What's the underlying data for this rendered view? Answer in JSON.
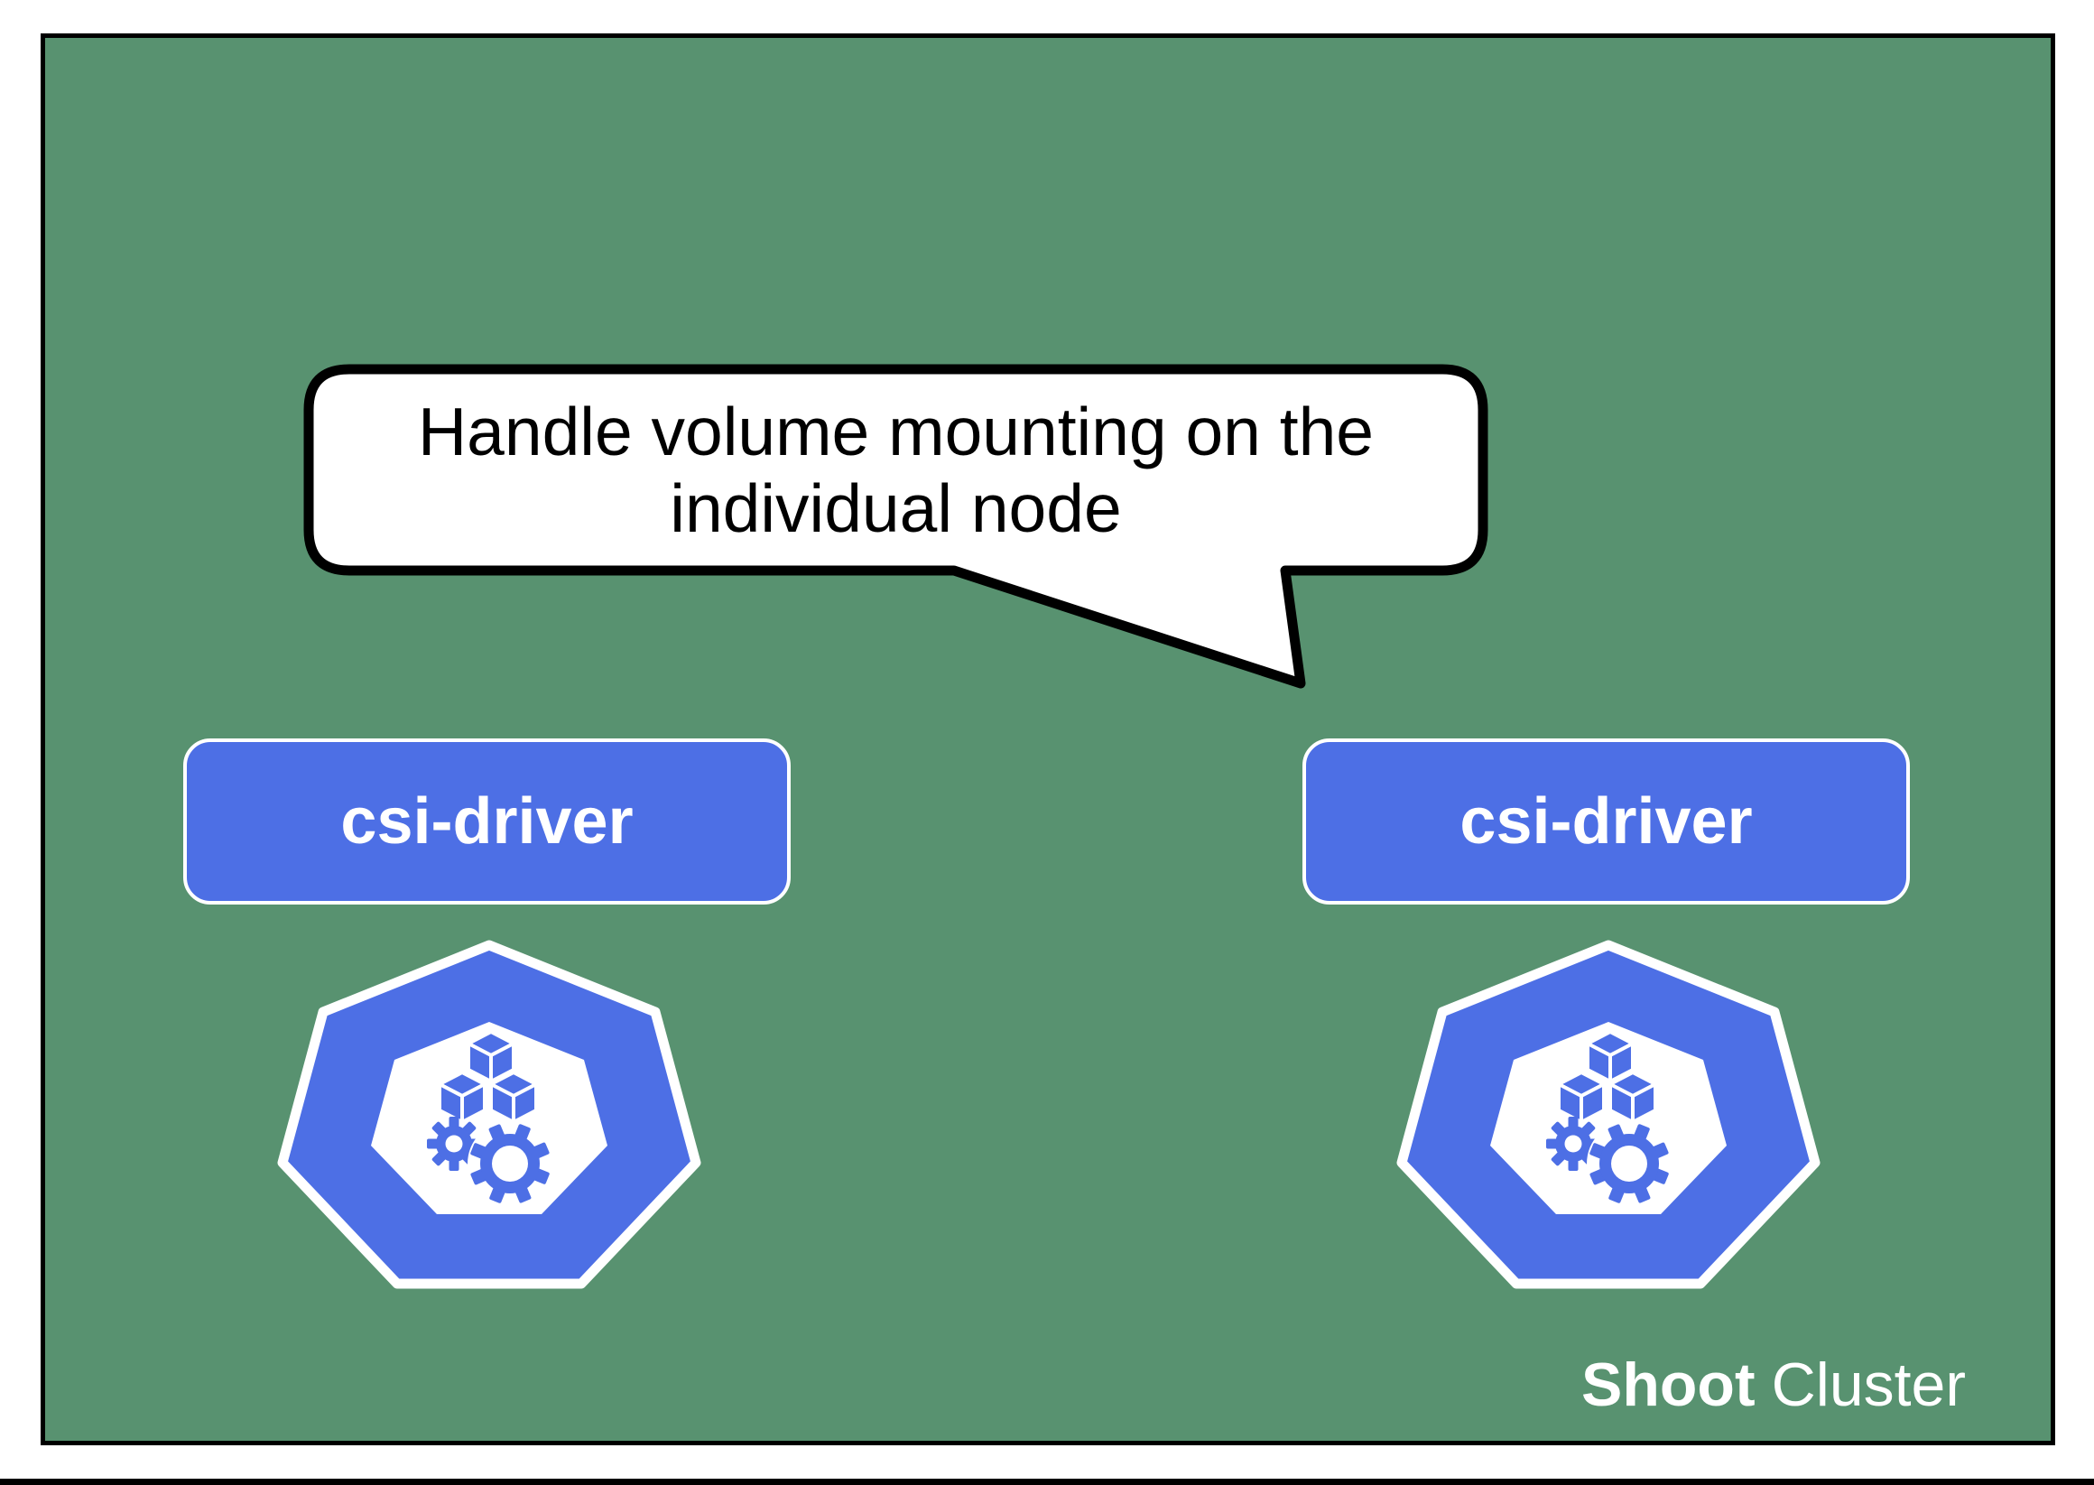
{
  "diagram": {
    "bubble": {
      "line1": "Handle volume mounting on the",
      "line2": "individual node"
    },
    "nodes": [
      {
        "label": "csi-driver"
      },
      {
        "label": "csi-driver"
      }
    ],
    "icons": [
      {
        "name": "kubernetes-heptagon-cubes-gears"
      },
      {
        "name": "kubernetes-heptagon-cubes-gears"
      }
    ],
    "cluster_label": {
      "bold": "Shoot",
      "regular": "Cluster"
    },
    "colors": {
      "background_green": "#589270",
      "node_blue": "#4D6FE5",
      "bubble_fill": "#FFFFFF",
      "outline_black": "#000000",
      "text_white": "#FFFFFF"
    }
  }
}
